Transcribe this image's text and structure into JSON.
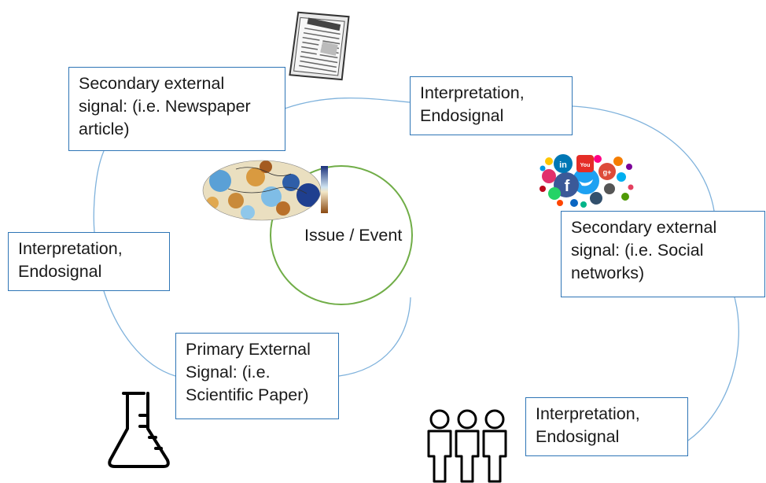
{
  "colors": {
    "box_border": "#2E75B6",
    "connector": "#7FB2DC",
    "issue_ring": "#70AD47",
    "text": "#1a1a1a"
  },
  "issue": {
    "label": "Issue / Event"
  },
  "boxes": {
    "secondary_newspaper": "Secondary external signal: (i.e. Newspaper article)",
    "interpretation_top": "Interpretation, Endosignal",
    "secondary_social": "Secondary external signal: (i.e. Social networks)",
    "interpretation_bottom_right": "Interpretation, Endosignal",
    "primary_paper": "Primary External Signal: (i.e. Scientific Paper)",
    "interpretation_left": "Interpretation, Endosignal"
  },
  "icons": [
    "newspaper-icon",
    "globe-climate-map-icon",
    "social-media-logos-icon",
    "lab-flask-icon",
    "people-group-icon"
  ]
}
